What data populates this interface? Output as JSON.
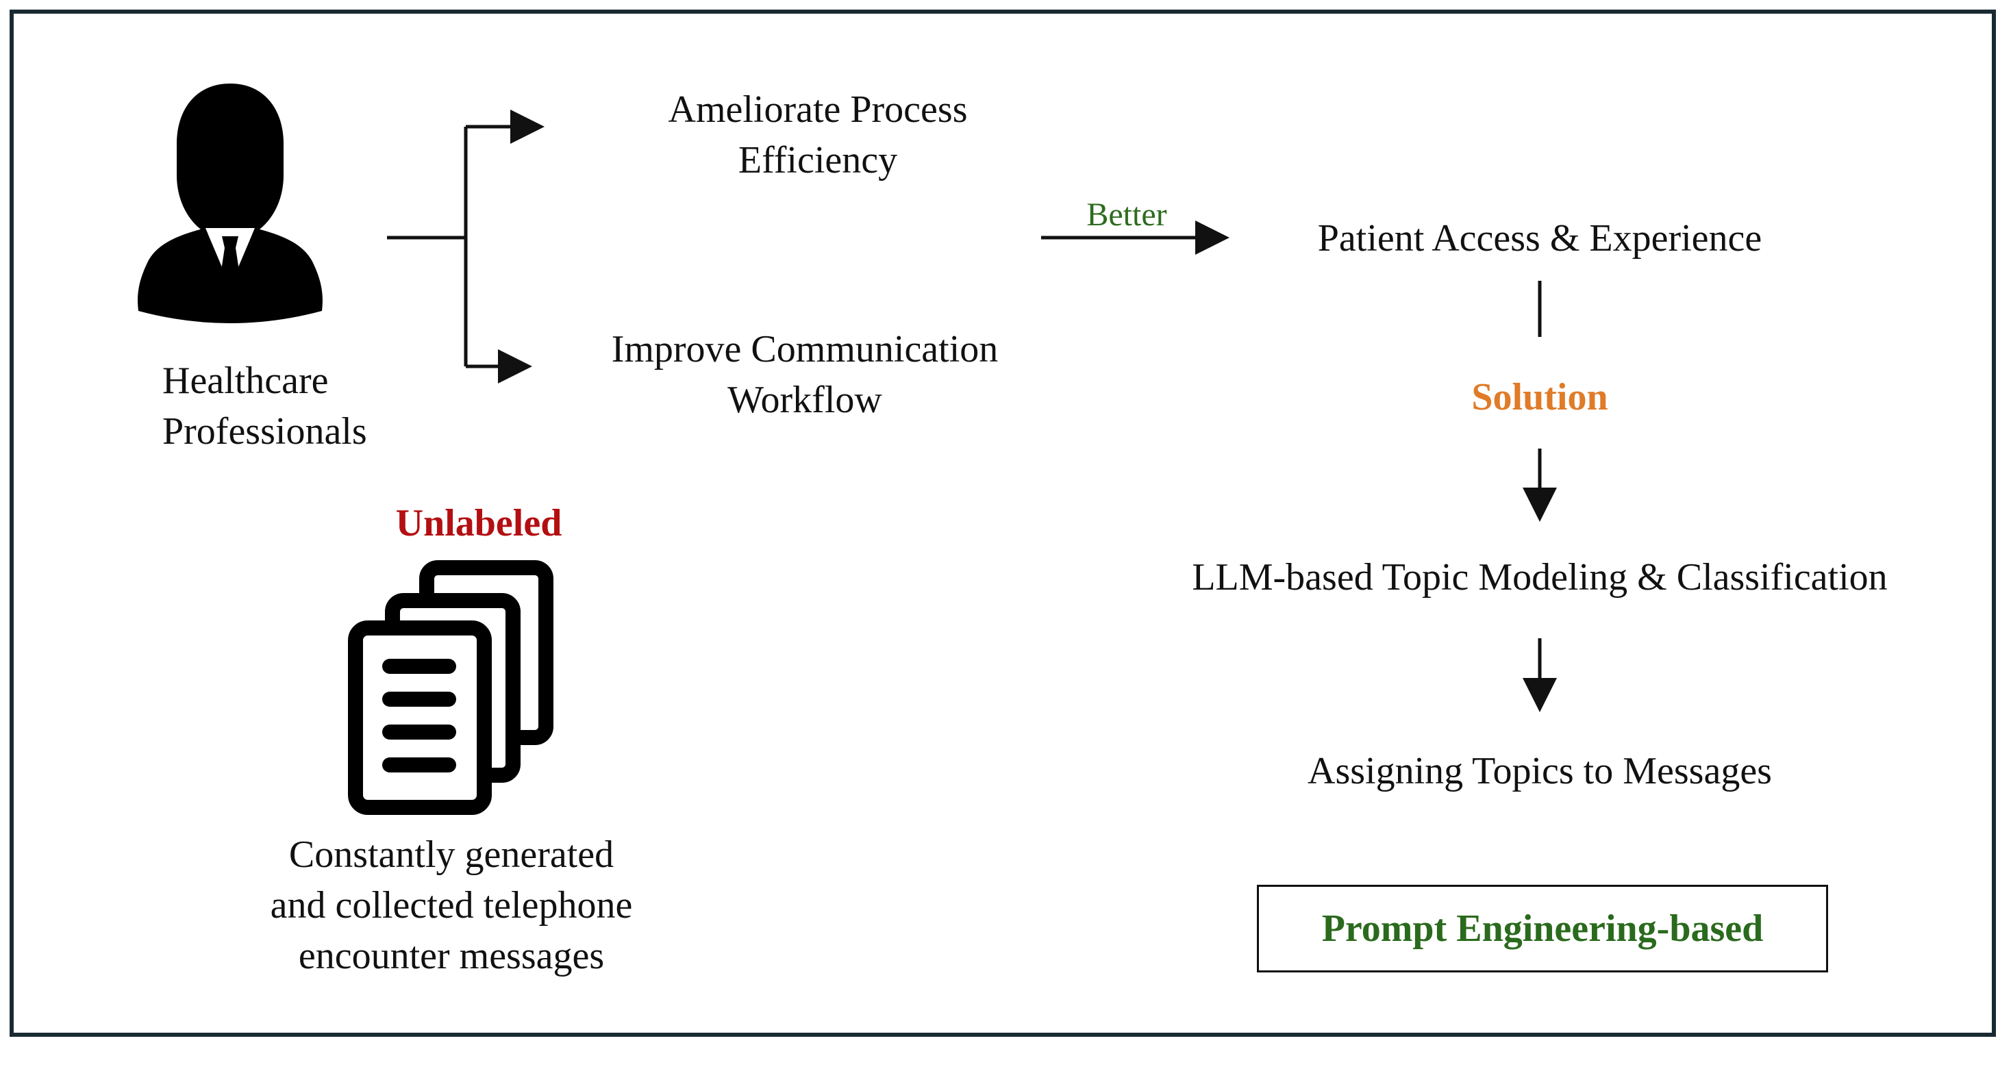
{
  "left": {
    "person_icon": "person-silhouette-icon",
    "person_label_line1": "Healthcare",
    "person_label_line2": "Professionals",
    "unlabeled": "Unlabeled",
    "documents_icon": "documents-stack-icon",
    "documents_line1": "Constantly generated",
    "documents_line2": "and collected telephone",
    "documents_line3": "encounter messages"
  },
  "middle": {
    "goal1_line1": "Ameliorate Process",
    "goal1_line2": "Efficiency",
    "goal2_line1": "Improve Communication",
    "goal2_line2": "Workflow",
    "arrow_label": "Better"
  },
  "right": {
    "patient": "Patient Access & Experience",
    "solution": "Solution",
    "llm": "LLM-based Topic Modeling & Classification",
    "assign": "Assigning Topics to Messages",
    "prompt": "Prompt Engineering-based"
  },
  "colors": {
    "unlabeled": "#b30f12",
    "solution": "#e07b28",
    "better": "#2f6b1f",
    "prompt": "#2a6a1d",
    "frame": "#1a2a33"
  }
}
